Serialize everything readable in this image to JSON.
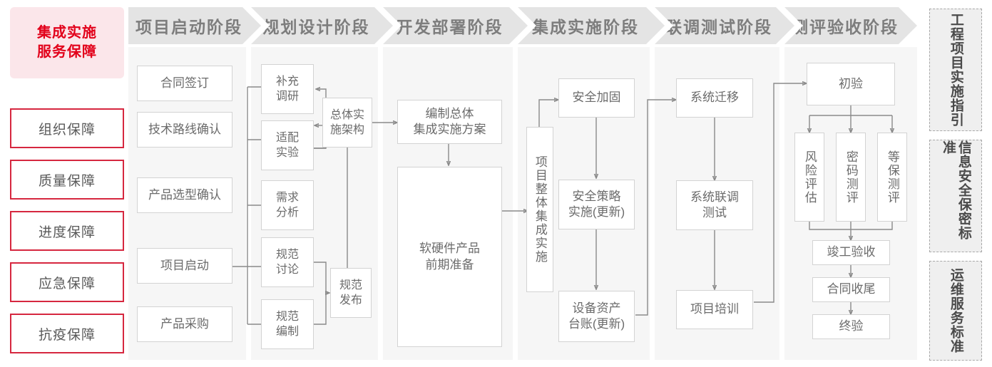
{
  "left_sidebar": {
    "title": "集成实施\n服务保障",
    "title_line1": "集成实施",
    "title_line2": "服务保障",
    "items": [
      {
        "label": "组织保障"
      },
      {
        "label": "质量保障"
      },
      {
        "label": "进度保障"
      },
      {
        "label": "应急保障"
      },
      {
        "label": "抗疫保障"
      }
    ],
    "accent_color": "#e2001a",
    "border_color": "#d6273f",
    "fill_color": "#fbe6ea"
  },
  "phases": [
    {
      "header": "项目启动阶段",
      "nodes": [
        {
          "label": "合同签订"
        },
        {
          "label": "技术路线确认"
        },
        {
          "label": "产品选型确认"
        },
        {
          "label": "项目启动"
        },
        {
          "label": "产品采购"
        }
      ]
    },
    {
      "header": "规划设计阶段",
      "nodes": [
        {
          "label": "补充\n调研",
          "l1": "补充",
          "l2": "调研"
        },
        {
          "label": "适配\n实验",
          "l1": "适配",
          "l2": "实验"
        },
        {
          "label": "需求\n分析",
          "l1": "需求",
          "l2": "分析"
        },
        {
          "label": "规范\n讨论",
          "l1": "规范",
          "l2": "讨论"
        },
        {
          "label": "规范\n编制",
          "l1": "规范",
          "l2": "编制"
        },
        {
          "label": "总体实\n施架构",
          "l1": "总体实",
          "l2": "施架构"
        },
        {
          "label": "规范\n发布",
          "l1": "规范",
          "l2": "发布"
        }
      ]
    },
    {
      "header": "开发部署阶段",
      "nodes": [
        {
          "label": "编制总体\n集成实施方案",
          "l1": "编制总体",
          "l2": "集成实施方案"
        },
        {
          "label": "软硬件产品\n前期准备",
          "l1": "软硬件产品",
          "l2": "前期准备"
        }
      ]
    },
    {
      "header": "集成实施阶段",
      "nodes": [
        {
          "label": "项目整体集成实施",
          "vertical": true
        },
        {
          "label": "安全加固"
        },
        {
          "label": "安全策略\n实施(更新)",
          "l1": "安全策略",
          "l2": "实施(更新)"
        },
        {
          "label": "设备资产\n台账(更新)",
          "l1": "设备资产",
          "l2": "台账(更新)"
        }
      ]
    },
    {
      "header": "联调测试阶段",
      "nodes": [
        {
          "label": "系统迁移"
        },
        {
          "label": "系统联调\n测试",
          "l1": "系统联调",
          "l2": "测试"
        },
        {
          "label": "项目培训"
        }
      ]
    },
    {
      "header": "测评验收阶段",
      "nodes": [
        {
          "label": "初验"
        },
        {
          "label": "风险评估",
          "vertical": true
        },
        {
          "label": "密码测评",
          "vertical": true
        },
        {
          "label": "等保测评",
          "vertical": true
        },
        {
          "label": "竣工验收"
        },
        {
          "label": "合同收尾"
        },
        {
          "label": "终验"
        }
      ]
    }
  ],
  "right_sidebar": {
    "items": [
      {
        "label": "工程项目实施指引"
      },
      {
        "label": "信息安全保密标准"
      },
      {
        "label": "运维服务标准"
      }
    ]
  }
}
